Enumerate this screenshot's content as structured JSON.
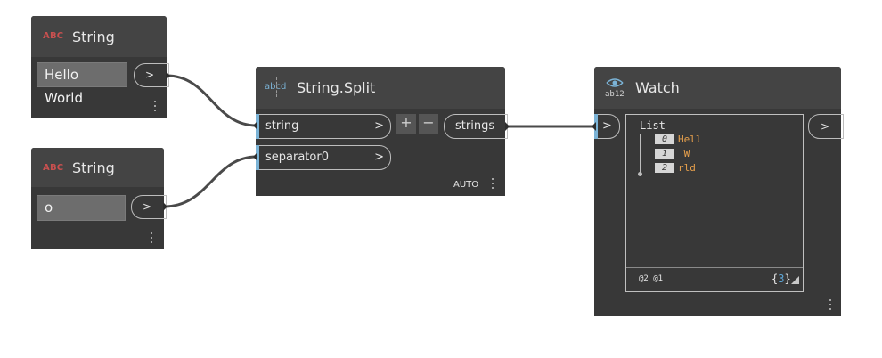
{
  "nodes": {
    "string1": {
      "title": "String",
      "icon_text": "ABC",
      "value": "Hello World",
      "output_label": ">"
    },
    "string2": {
      "title": "String",
      "icon_text": "ABC",
      "value": "o",
      "output_label": ">"
    },
    "split": {
      "title": "String.Split",
      "icon_text": "abcd",
      "inputs": [
        {
          "label": "string",
          "chevron": ">"
        },
        {
          "label": "separator0",
          "chevron": ">"
        }
      ],
      "add_label": "+",
      "remove_label": "−",
      "output": "strings",
      "lacing": "AUTO"
    },
    "watch": {
      "title": "Watch",
      "icon_text": "ab12",
      "input_label": ">",
      "output_label": ">",
      "list_title": "List",
      "items": [
        {
          "index": "0",
          "value": "Hell"
        },
        {
          "index": "1",
          "value": " W"
        },
        {
          "index": "2",
          "value": "rld"
        }
      ],
      "levels": "@2 @1",
      "count_open": "{",
      "count": "3",
      "count_close": "}"
    }
  },
  "colors": {
    "canvas": "#ffffff",
    "node_body": "#383838",
    "node_header": "#444444",
    "port_accent": "#7bb3d6",
    "icon_red": "#c9504f",
    "value_orange": "#e7a04c",
    "count_blue": "#5ea7d8"
  }
}
